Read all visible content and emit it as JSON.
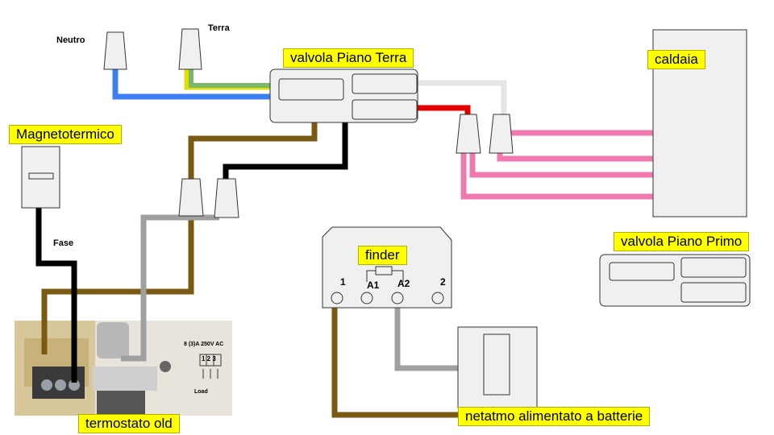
{
  "labels": {
    "valvola_terra": "valvola Piano Terra",
    "caldaia": "caldaia",
    "magnetotermico": "Magnetotermico",
    "valvola_primo": "valvola Piano Primo",
    "finder": "finder",
    "termostato": "termostato old",
    "netatmo": "netatmo alimentato a batterie"
  },
  "wires": {
    "neutro": "Neutro",
    "terra": "Terra",
    "fase": "Fase"
  },
  "finder_terminals": {
    "t1": "1",
    "a1": "A1",
    "a2": "A2",
    "t2": "2"
  },
  "thermostat_print": {
    "rating": "8 (3)A 250V AC",
    "terminals": "1 2 3",
    "load": "Load"
  },
  "colors": {
    "neutro": "#3d7ff0",
    "terra": "#7ab86a",
    "phase_brown": "#7a5a12",
    "black": "#000000",
    "grey": "#a0a0a0",
    "white_wire": "#e6e6e6",
    "red": "#e00000",
    "pink": "#f07ab0",
    "label_bg": "#ffff00",
    "box_fill": "#f0f0f0"
  }
}
